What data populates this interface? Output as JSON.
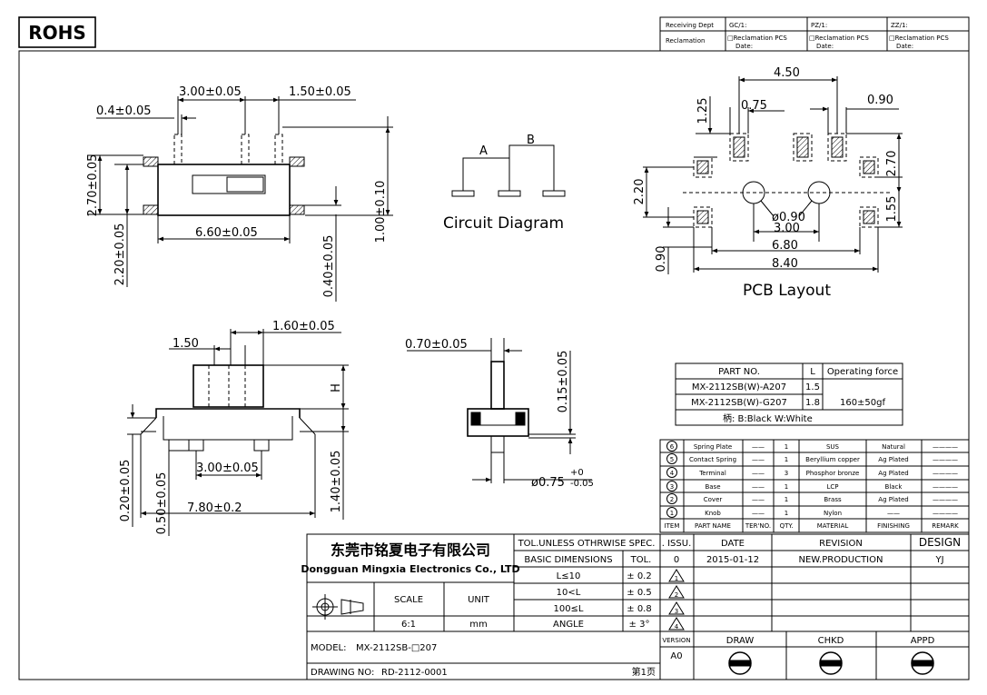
{
  "header": {
    "badge": "ROHS",
    "receiving_dept": "Receiving Dept",
    "reclamation": "Reclamation",
    "gc": "GC/1:",
    "pz": "PZ/1:",
    "zz": "ZZ/1:",
    "recl_pcs": "□Reclamation  PCS",
    "date": "Date:"
  },
  "dims": {
    "top": {
      "d300": "3.00±0.05",
      "d150": "1.50±0.05",
      "d04": "0.4±0.05",
      "d270": "2.70±0.05",
      "d660": "6.60±0.05",
      "d220": "2.20±0.05",
      "d100": "1.00±0.10",
      "d040": "0.40±0.05"
    },
    "circuit": {
      "a": "A",
      "b": "B",
      "title": "Circuit Diagram"
    },
    "pcb": {
      "d450": "4.50",
      "d075": "0.75",
      "d090a": "0.90",
      "d125": "1.25",
      "d270": "2.70",
      "d220": "2.20",
      "d155": "1.55",
      "phi090": "ø0.90",
      "d300": "3.00",
      "d680": "6.80",
      "d090b": "0.90",
      "d840": "8.40",
      "title": "PCB Layout"
    },
    "front": {
      "d160": "1.60±0.05",
      "d150": "1.50",
      "h": "H",
      "d300": "3.00±0.05",
      "d780": "7.80±0.2",
      "d020": "0.20±0.05",
      "d050": "0.50±0.05",
      "d140": "1.40±0.05"
    },
    "side": {
      "d070": "0.70±0.05",
      "d015": "0.15±0.05",
      "phi075": "ø0.75",
      "tol_plus": "+0",
      "tol_minus": "-0.05"
    }
  },
  "parts": {
    "headers": [
      "PART NO.",
      "L",
      "Operating force"
    ],
    "rows": [
      {
        "part": "MX-2112SB(W)-A207",
        "l": "1.5"
      },
      {
        "part": "MX-2112SB(W)-G207",
        "l": "1.8"
      }
    ],
    "force": "160±50gf",
    "note": "柄: B:Black W:White"
  },
  "bom": {
    "rows": [
      {
        "item": "6",
        "name": "Spring Plate",
        "no": "——",
        "qty": "1",
        "mat": "SUS",
        "fin": "Natural",
        "rem": "————"
      },
      {
        "item": "5",
        "name": "Contact Spring",
        "no": "——",
        "qty": "1",
        "mat": "Beryllium copper",
        "fin": "Ag Plated",
        "rem": "————"
      },
      {
        "item": "4",
        "name": "Terminal",
        "no": "——",
        "qty": "3",
        "mat": "Phosphor bronze",
        "fin": "Ag Plated",
        "rem": "————"
      },
      {
        "item": "3",
        "name": "Base",
        "no": "——",
        "qty": "1",
        "mat": "LCP",
        "fin": "Black",
        "rem": "————"
      },
      {
        "item": "2",
        "name": "Cover",
        "no": "——",
        "qty": "1",
        "mat": "Brass",
        "fin": "Ag Plated",
        "rem": "————"
      },
      {
        "item": "1",
        "name": "Knob",
        "no": "——",
        "qty": "1",
        "mat": "Nylon",
        "fin": "——",
        "rem": "————"
      }
    ],
    "headers": [
      "ITEM",
      "PART NAME",
      "TER'NO.",
      "QTY.",
      "MATERIAL",
      "FINISHING",
      "REMARK"
    ]
  },
  "title_block": {
    "company_cn": "东莞市铭夏电子有限公司",
    "company_en": "Dongguan Mingxia Electronics Co., LTD",
    "scale_label": "SCALE",
    "unit_label": "UNIT",
    "scale": "6:1",
    "unit": "mm",
    "tol_header": "TOL.UNLESS OTHRWISE SPEC.",
    "basic_dim": "BASIC DIMENSIONS",
    "tol": "TOL.",
    "tol_rows": [
      {
        "range": "L≤10",
        "tol": "± 0.2"
      },
      {
        "range": "10<L",
        "tol": "± 0.5"
      },
      {
        "range": "100≤L",
        "tol": "± 0.8"
      },
      {
        "range": "ANGLE",
        "tol": "± 3°"
      }
    ],
    "issu": ". ISSU.",
    "date_h": "DATE",
    "revision_h": "REVISION",
    "design_h": "DESIGN",
    "issue0": "0",
    "issue_date": "2015-01-12",
    "revision": "NEW.PRODUCTION",
    "designer": "YJ",
    "tri": [
      "1",
      "2",
      "3",
      "4"
    ],
    "version_label": "VERSION",
    "version": "A0",
    "draw": "DRAW",
    "chkd": "CHKD",
    "appd": "APPD",
    "model_label": "MODEL:",
    "model": "MX-2112SB-□207",
    "drawing_label": "DRAWING NO:",
    "drawing_no": "RD-2112-0001",
    "page": "第1页"
  }
}
